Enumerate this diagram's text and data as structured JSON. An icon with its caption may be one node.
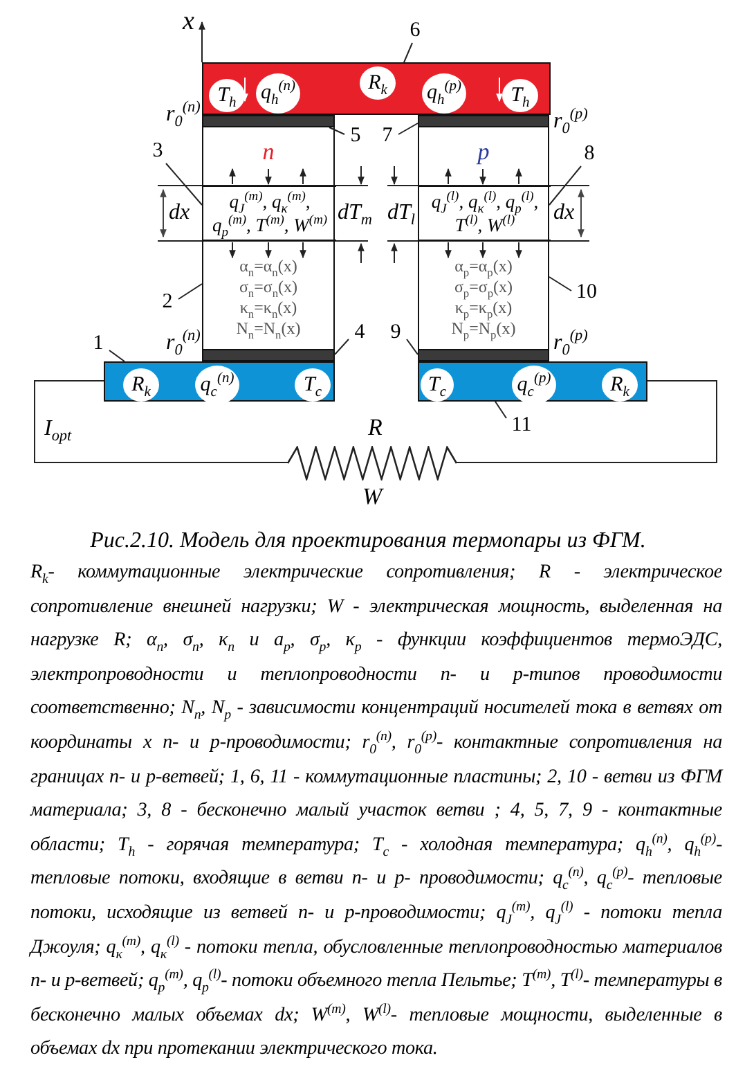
{
  "diagram": {
    "caption": "Рис.2.10.  Модель для проектирования термопары из ФГМ.",
    "nodes": [
      {
        "text": [],
        "shape": "bar"
      },
      {
        "text": [
          "T$_{h}$"
        ],
        "in": 0
      },
      {
        "text": [
          "q$_{h}$$^{(n)}$"
        ],
        "in": 0
      },
      {
        "text": [
          "R$_{k}$"
        ],
        "in": 0
      },
      {
        "text": [
          "q$_{h}$$^{(p)}$"
        ],
        "in": 0
      },
      {
        "text": [
          "T$_{h}$"
        ],
        "in": 0
      },
      {
        "text": [],
        "shape": "bar"
      },
      {
        "text": [],
        "shape": "bar"
      },
      {
        "text": [
          "n",
          "α$_{n}$=α$_{n}$(x)",
          "σ$_{n}$=σ$_{n}$(x)",
          "κ$_{n}$=κ$_{n}$(x)",
          "N$_{n}$=N$_{n}$(x)"
        ]
      },
      {
        "text": [
          "q$_{J}$$^{(m)}$, q$_{κ}$$^{(m)}$, q$_{p}$$^{(m)}$, T$^{(m)}$, W$^{(m)}$"
        ],
        "in": 8
      },
      {
        "text": [
          "p",
          "α$_{p}$=α$_{p}$(x)",
          "σ$_{p}$=σ$_{p}$(x)",
          "κ$_{p}$=κ$_{p}$(x)",
          "N$_{p}$=N$_{p}$(x)"
        ]
      },
      {
        "text": [
          "q$_{J}$$^{(l)}$, q$_{κ}$$^{(l)}$, q$_{p}$$^{(l)}$, T$^{(l)}$, W$^{(l)}$"
        ],
        "in": 10
      },
      {
        "text": [],
        "shape": "bar"
      },
      {
        "text": [],
        "shape": "bar"
      },
      {
        "text": [],
        "shape": "bar"
      },
      {
        "text": [
          "R$_{k}$"
        ],
        "in": 14
      },
      {
        "text": [
          "q$_{c}$$^{(n)}$"
        ],
        "in": 14
      },
      {
        "text": [
          "T$_{c}$"
        ],
        "in": 14
      },
      {
        "text": [],
        "shape": "bar"
      },
      {
        "text": [
          "T$_{c}$"
        ],
        "in": 18
      },
      {
        "text": [
          "q$_{c}$$^{(p)}$"
        ],
        "in": 18
      },
      {
        "text": [
          "R$_{k}$"
        ],
        "in": 18
      },
      {
        "text": [],
        "shape": "resistor",
        "beside": [
          "R",
          "W"
        ]
      },
      {
        "text": [
          "6"
        ]
      },
      {
        "text": [
          "5"
        ]
      },
      {
        "text": [
          "7"
        ]
      },
      {
        "text": [
          "3"
        ]
      },
      {
        "text": [
          "8"
        ]
      },
      {
        "text": [
          "2"
        ]
      },
      {
        "text": [
          "10"
        ]
      },
      {
        "text": [
          "4"
        ]
      },
      {
        "text": [
          "9"
        ]
      },
      {
        "text": [
          "1"
        ]
      },
      {
        "text": [
          "11"
        ]
      }
    ],
    "edges": [
      {
        "from": 14,
        "to": 22,
        "arrow": "none",
        "label": "I$_{opt}$"
      },
      {
        "from": 22,
        "to": 18,
        "arrow": "none"
      },
      {
        "from": 23,
        "to": 0,
        "arrow": "none"
      },
      {
        "from": 24,
        "to": 6,
        "arrow": "none"
      },
      {
        "from": 25,
        "to": 7,
        "arrow": "none"
      },
      {
        "from": 26,
        "to": 9,
        "arrow": "none"
      },
      {
        "from": 27,
        "to": 11,
        "arrow": "none"
      },
      {
        "from": 28,
        "to": 8,
        "arrow": "none"
      },
      {
        "from": 29,
        "to": 10,
        "arrow": "none"
      },
      {
        "from": 30,
        "to": 12,
        "arrow": "none"
      },
      {
        "from": 31,
        "to": 13,
        "arrow": "none"
      },
      {
        "from": 32,
        "to": 14,
        "arrow": "none"
      },
      {
        "from": 33,
        "to": 18,
        "arrow": "none"
      }
    ],
    "labels": [
      "x",
      "r$_{0}$$^{(n)}$",
      "r$_{0}$$^{(p)}$",
      "dx",
      "dT$_{m}$",
      "dT$_{l}$",
      "dx",
      "r$_{0}$$^{(n)}$",
      "r$_{0}$$^{(p)}$",
      "R$_{k}$- коммутационные электрические сопротивления; R - электрическое сопротивление внешней нагрузки; W - электрическая мощность, выделенная на нагрузке R; α$_{n}$, σ$_{n}$, κ$_{n}$ и a$_{p}$, σ$_{p}$, κ$_{p}$ - функции коэффициентов термоЭДС, электропроводности и теплопроводности n- и p-типов проводимости соответственно; N$_{n}$, N$_{p}$ - зависимости концентраций носителей тока в ветвях от координаты x  n- и p-проводимости; r$_{0}$$^{(n)}$, r$_{0}$$^{(p)}$- контактные сопротивления на границах n- и p-ветвей; 1, 6, 11 - коммутационные пластины; 2, 10 - ветви из ФГМ материала; 3, 8 - бесконечно малый участок ветви ; 4, 5, 7, 9 - контактные области; T$_{h}$ - горячая температура; T$_{c}$ - холодная температура; q$_{h}$$^{(n)}$, q$_{h}$$^{(p)}$- тепловые потоки, входящие в ветви n- и p- проводимости; q$_{c}$$^{(n)}$, q$_{c}$$^{(p)}$- тепловые потоки, исходящие из ветвей n- и p-проводимости; q$_{J}$$^{(m)}$, q$_{J}$$^{(l)}$ - потоки тепла Джоуля; q$_{κ}$$^{(m)}$, q$_{κ}$$^{(l)}$ - потоки тепла, обусловленные теплопроводностью материалов n- и p-ветвей; q$_{p}$$^{(m)}$, q$_{p}$$^{(l)}$- потоки объемного тепла Пельтье; T$^{(m)}$, T$^{(l)}$- температуры в бесконечно малых объемах dx; W$^{(m)}$, W$^{(l)}$- тепловые мощности, выделенные в объемах dx при протекании электрического тока."
    ]
  }
}
